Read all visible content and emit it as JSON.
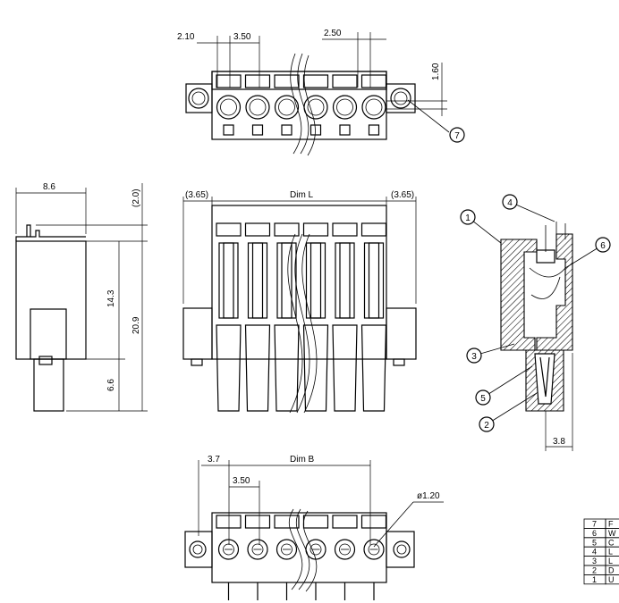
{
  "top_view": {
    "dim_pitch_offset": "2.10",
    "dim_pitch": "3.50",
    "dim_spacing": "2.50",
    "dim_height": "1.60",
    "callout": "7"
  },
  "side_view": {
    "dim_depth": "8.6",
    "dim_top_gap": "(2.0)",
    "dim_body": "14.3",
    "dim_total": "20.9",
    "dim_bottom": "6.6"
  },
  "front_view": {
    "dim_left": "(3.65)",
    "dim_length": "Dim L",
    "dim_right": "(3.65)"
  },
  "section_view": {
    "callouts": [
      "1",
      "2",
      "3",
      "4",
      "5",
      "6"
    ],
    "dim_width": "3.8"
  },
  "bottom_view": {
    "dim_offset": "3.7",
    "dim_b": "Dim B",
    "dim_pitch": "3.50",
    "dim_hole": "ø1.20"
  },
  "parts_table": {
    "rows": [
      {
        "num": "7",
        "text": "F"
      },
      {
        "num": "6",
        "text": "W"
      },
      {
        "num": "5",
        "text": "C"
      },
      {
        "num": "4",
        "text": "L"
      },
      {
        "num": "3",
        "text": "L"
      },
      {
        "num": "2",
        "text": "D"
      },
      {
        "num": "1",
        "text": "U"
      }
    ]
  }
}
